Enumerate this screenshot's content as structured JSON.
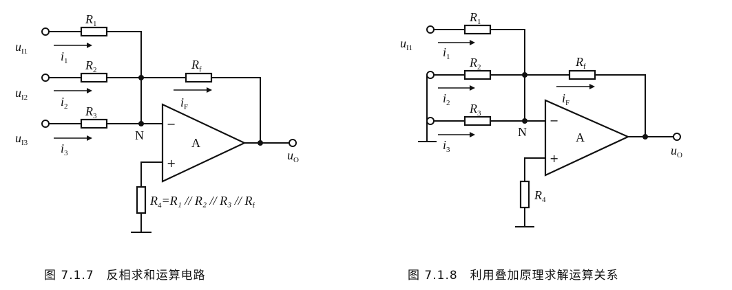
{
  "figure_left": {
    "inputs": [
      "u",
      "u",
      "u"
    ],
    "input_subs": [
      "I1",
      "I2",
      "I3"
    ],
    "currents": [
      "i",
      "i",
      "i"
    ],
    "current_subs": [
      "1",
      "2",
      "3"
    ],
    "resistors": [
      "R",
      "R",
      "R"
    ],
    "resistor_subs": [
      "1",
      "2",
      "3"
    ],
    "feedback": "R",
    "feedback_sub": "f",
    "feedback_current": "i",
    "feedback_current_sub": "F",
    "node": "N",
    "amp": "A",
    "minus": "−",
    "plus": "+",
    "output": "u",
    "output_sub": "O",
    "r4_prefix": "R",
    "r4_sub": "4",
    "r4_formula": "=R₁ // R₂ // R₃ // R",
    "r4_formula_sub": "f",
    "caption": "图 7.1.7　反相求和运算电路"
  },
  "figure_right": {
    "inputs": [
      "u"
    ],
    "input_subs": [
      "I1"
    ],
    "currents": [
      "i",
      "i",
      "i"
    ],
    "current_subs": [
      "1",
      "2",
      "3"
    ],
    "resistors": [
      "R",
      "R",
      "R"
    ],
    "resistor_subs": [
      "1",
      "2",
      "3"
    ],
    "feedback": "R",
    "feedback_sub": "f",
    "feedback_current": "i",
    "feedback_current_sub": "F",
    "node": "N",
    "amp": "A",
    "minus": "−",
    "plus": "+",
    "output": "u",
    "output_sub": "O",
    "r4": "R",
    "r4_sub": "4",
    "caption": "图 7.1.8　利用叠加原理求解运算关系"
  }
}
